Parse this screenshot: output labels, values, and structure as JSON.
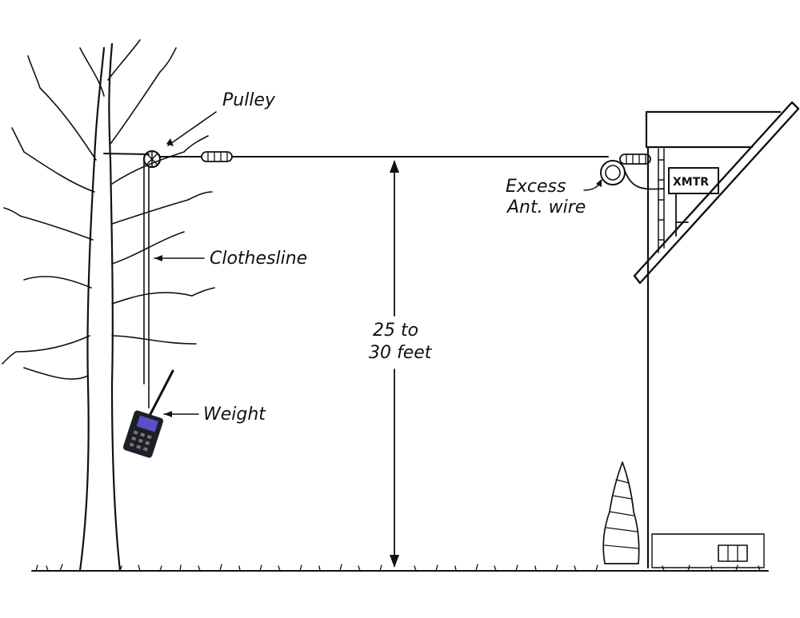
{
  "labels": {
    "pulley": "Pulley",
    "clothesline": "Clothesline",
    "weight": "Weight",
    "height_line1": "25 to",
    "height_line2": "30 feet",
    "excess_line1": "Excess",
    "excess_line2": "Ant. wire",
    "xmtr": "XMTR"
  },
  "colors": {
    "ink": "#111111",
    "radio_body": "#1e1e28",
    "radio_screen": "#5b4fc4"
  },
  "icons": {
    "tree": "bare-tree-drawing",
    "pulley": "pulley-wheel-icon",
    "insulator": "egg-insulator-icon",
    "weight": "handheld-radio-icon",
    "house": "house-wall-drawing",
    "shrub": "small-shrub-drawing"
  }
}
